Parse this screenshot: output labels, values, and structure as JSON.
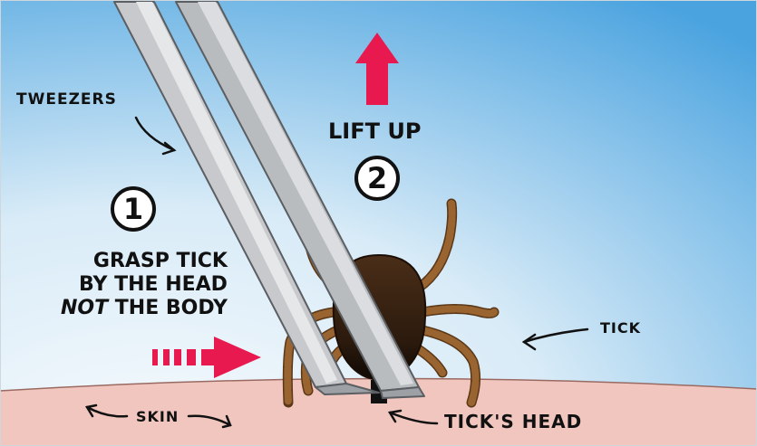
{
  "labels": {
    "tweezers": "TWEEZERS",
    "lift_up": "LIFT UP",
    "step1": "1",
    "step2": "2",
    "grasp_line1": "GRASP TICK",
    "grasp_line2": "BY THE HEAD",
    "grasp_line3_em": "NOT",
    "grasp_line3_rest": " THE BODY",
    "tick": "TICK",
    "skin": "SKIN",
    "ticks_head": "TICK'S HEAD"
  },
  "colors": {
    "sky_top": "#4aa3df",
    "sky_bottom": "#f2f8fc",
    "skin": "#f0c6be",
    "arrow": "#e8194f",
    "tick_body": "#3a2414",
    "leg": "#8a5a2e"
  }
}
